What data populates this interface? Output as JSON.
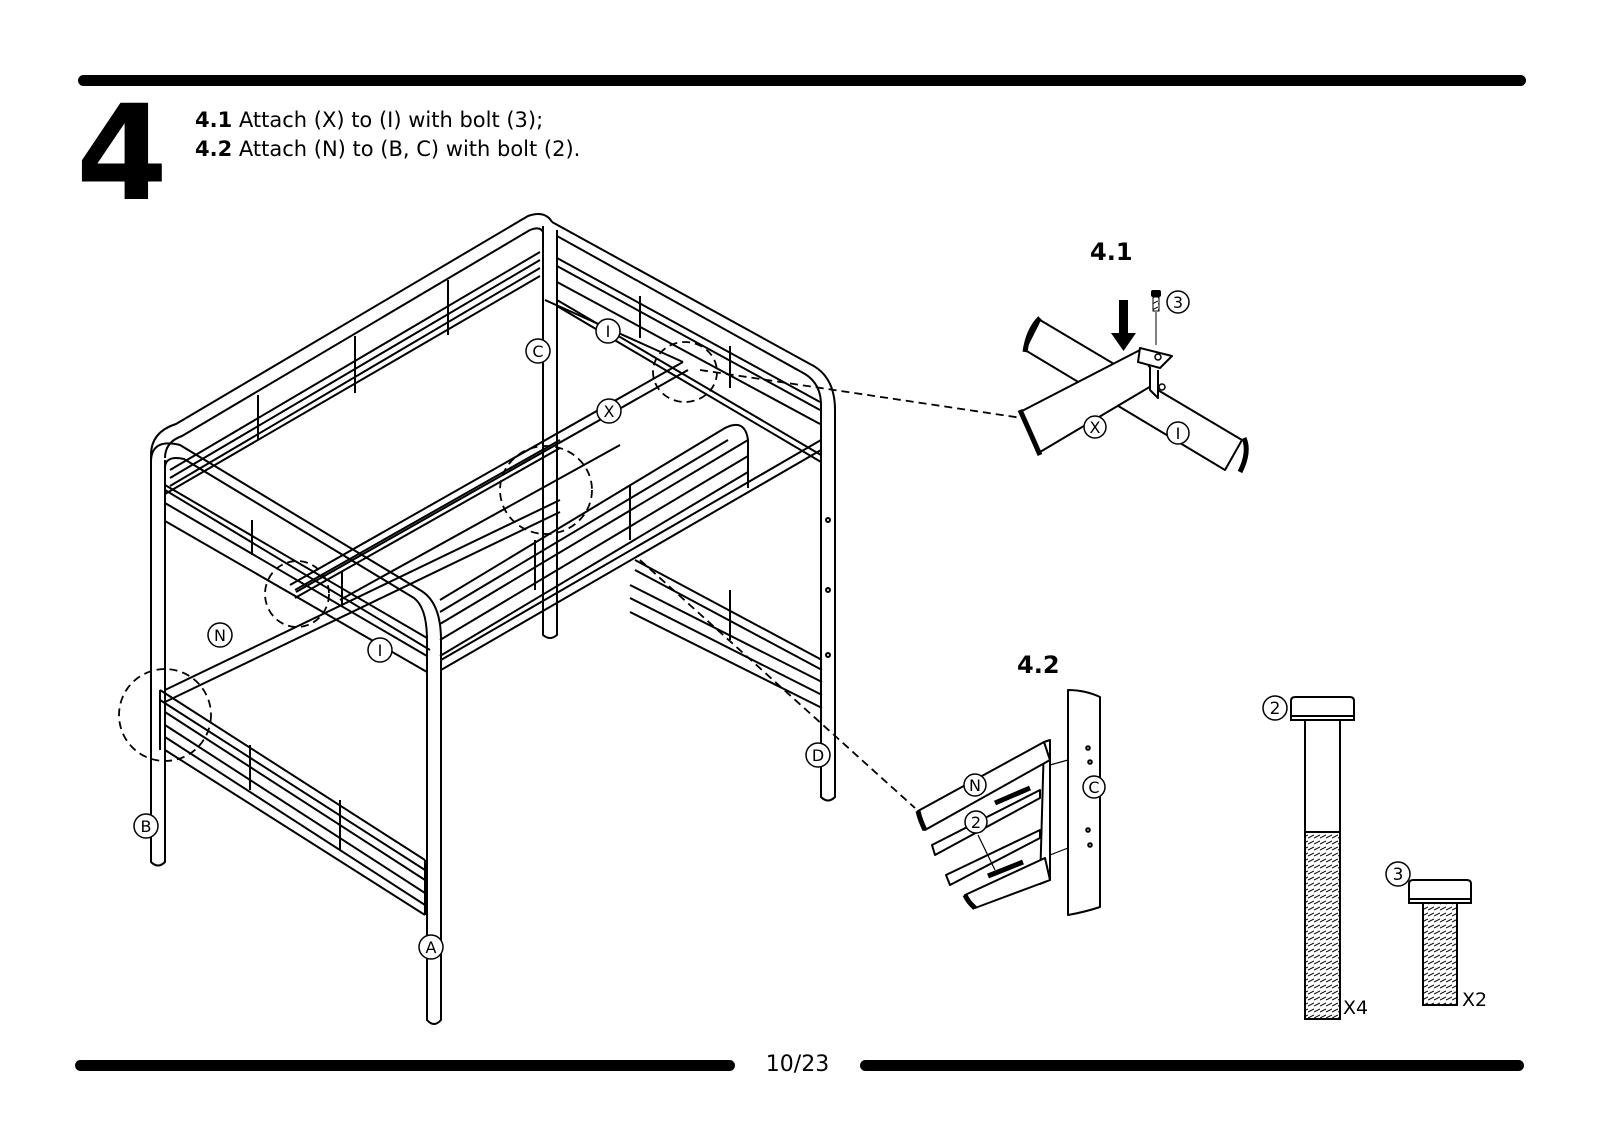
{
  "step": {
    "number": "4"
  },
  "instructions": [
    {
      "num": "4.1",
      "text": "Attach (X) to (I) with bolt (3);"
    },
    {
      "num": "4.2",
      "text": "Attach (N) to (B, C) with bolt (2)."
    }
  ],
  "detail_titles": {
    "d41": "4.1",
    "d42": "4.2"
  },
  "part_labels": {
    "A": "A",
    "B": "B",
    "C": "C",
    "D": "D",
    "I": "I",
    "N": "N",
    "X": "X"
  },
  "hardware": [
    {
      "id": "2",
      "qty": "X4"
    },
    {
      "id": "3",
      "qty": "X2"
    }
  ],
  "footer": {
    "page": "10/23"
  }
}
